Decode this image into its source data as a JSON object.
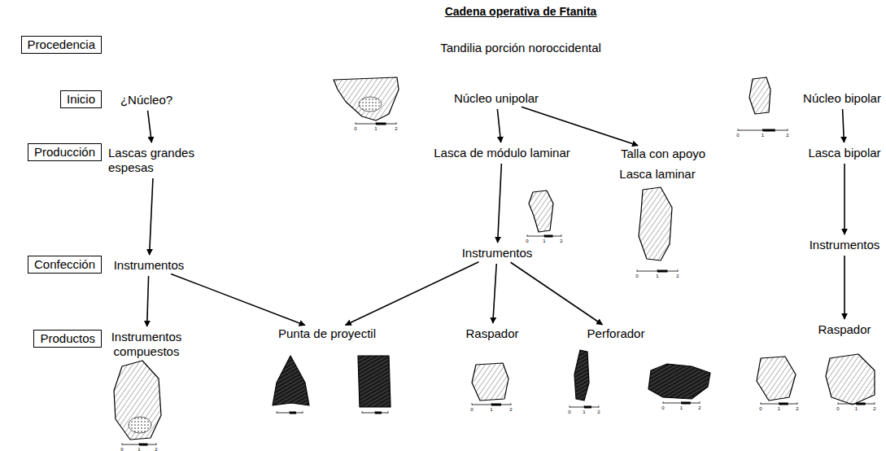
{
  "diagram": {
    "title": "Cadena operativa de Ftanita",
    "nodes": [
      {
        "text": [
          "Procedencia"
        ]
      },
      {
        "text": [
          "Inicio"
        ]
      },
      {
        "text": [
          "Producción"
        ]
      },
      {
        "text": [
          "Confección"
        ]
      },
      {
        "text": [
          "Productos"
        ]
      },
      {
        "text": [
          "¿Núcleo?"
        ]
      },
      {
        "text": [
          "Núcleo unipolar"
        ]
      },
      {
        "text": [
          "Núcleo bipolar"
        ]
      },
      {
        "text": [
          "Lascas grandes espesas"
        ]
      },
      {
        "text": [
          "Lasca de módulo laminar"
        ]
      },
      {
        "text": [
          "Talla con apoyo"
        ]
      },
      {
        "text": [
          "Lasca laminar"
        ]
      },
      {
        "text": [
          "Lasca bipolar"
        ]
      },
      {
        "text": [
          "Instrumentos"
        ]
      },
      {
        "text": [
          "Instrumentos"
        ]
      },
      {
        "text": [
          "Instrumentos"
        ]
      },
      {
        "text": [
          "Instrumentos compuestos"
        ]
      },
      {
        "text": [
          "Punta de proyectil"
        ]
      },
      {
        "text": [
          "Raspador"
        ]
      },
      {
        "text": [
          "Perforador"
        ]
      },
      {
        "text": [
          "Raspador"
        ]
      }
    ],
    "edges": [
      {
        "from": 5,
        "to": 8,
        "arrow": "to"
      },
      {
        "from": 8,
        "to": 13,
        "arrow": "to"
      },
      {
        "from": 13,
        "to": 16,
        "arrow": "to"
      },
      {
        "from": 13,
        "to": 17,
        "arrow": "to"
      },
      {
        "from": 6,
        "to": 9,
        "arrow": "to"
      },
      {
        "from": 6,
        "to": 10,
        "arrow": "to"
      },
      {
        "from": 9,
        "to": 14,
        "arrow": "to"
      },
      {
        "from": 14,
        "to": 17,
        "arrow": "to"
      },
      {
        "from": 14,
        "to": 18,
        "arrow": "to"
      },
      {
        "from": 14,
        "to": 19,
        "arrow": "to"
      },
      {
        "from": 7,
        "to": 12,
        "arrow": "to"
      },
      {
        "from": 12,
        "to": 15,
        "arrow": "to"
      },
      {
        "from": 15,
        "to": 20,
        "arrow": "to"
      }
    ],
    "labels": [
      "Tandilia porción noroccidental",
      "0",
      "1",
      "2",
      "0",
      "1",
      "2",
      "0",
      "1",
      "2",
      "0",
      "1",
      "2",
      "0",
      "1",
      "2",
      "0",
      "1",
      "2",
      "0",
      "1",
      "2",
      "0",
      "1",
      "2",
      "0",
      "1",
      "2",
      "0",
      "1",
      "2"
    ]
  }
}
